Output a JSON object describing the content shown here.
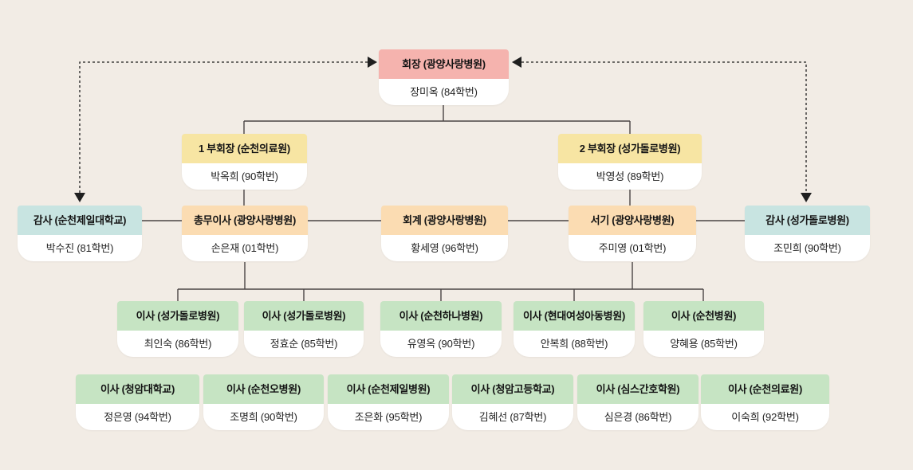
{
  "colors": {
    "background": "#f2ece5",
    "chairman_header": "#f5b3ae",
    "vice_header": "#f7e5a3",
    "auditor_header": "#c8e4e1",
    "officer_header": "#fbdcb2",
    "director_header": "#c6e4c3",
    "card_body": "#ffffff",
    "line": "#4a4444",
    "dashed_line": "#1f1f1f"
  },
  "org": {
    "chairman": {
      "title": "회장 (광양사랑병원)",
      "member": "장미옥 (84학번)"
    },
    "vice1": {
      "title": "1 부회장 (순천의료원)",
      "member": "박옥희 (90학번)"
    },
    "vice2": {
      "title": "2 부회장 (성가돌로병원)",
      "member": "박영성 (89학번)"
    },
    "auditor_left": {
      "title": "감사 (순천제일대학교)",
      "member": "박수진 (81학번)"
    },
    "general_affairs": {
      "title": "총무이사 (광양사랑병원)",
      "member": "손은재 (01학번)"
    },
    "accounting": {
      "title": "회계 (광양사랑병원)",
      "member": "황세영 (96학번)"
    },
    "secretary": {
      "title": "서기 (광양사랑병원)",
      "member": "주미영 (01학번)"
    },
    "auditor_right": {
      "title": "감사 (성가돌로병원)",
      "member": "조민희 (90학번)"
    },
    "directors_row1": [
      {
        "title": "이사 (성가돌로병원)",
        "member": "최인숙 (86학번)"
      },
      {
        "title": "이사 (성가돌로병원)",
        "member": "정효순 (85학번)"
      },
      {
        "title": "이사 (순천하나병원)",
        "member": "유영옥 (90학번)"
      },
      {
        "title": "이사 (현대여성아동병원)",
        "member": "안복희 (88학번)"
      },
      {
        "title": "이사 (순천병원)",
        "member": "양혜용 (85학번)"
      }
    ],
    "directors_row2": [
      {
        "title": "이사 (청암대학교)",
        "member": "정은영 (94학번)"
      },
      {
        "title": "이사 (순천오병원)",
        "member": "조명희 (90학번)"
      },
      {
        "title": "이사 (순천제일병원)",
        "member": "조은화 (95학번)"
      },
      {
        "title": "이사 (청암고등학교)",
        "member": "김혜선 (87학번)"
      },
      {
        "title": "이사 (심스간호학원)",
        "member": "심은경 (86학번)"
      },
      {
        "title": "이사 (순천의료원)",
        "member": "이숙희 (92학번)"
      }
    ]
  }
}
